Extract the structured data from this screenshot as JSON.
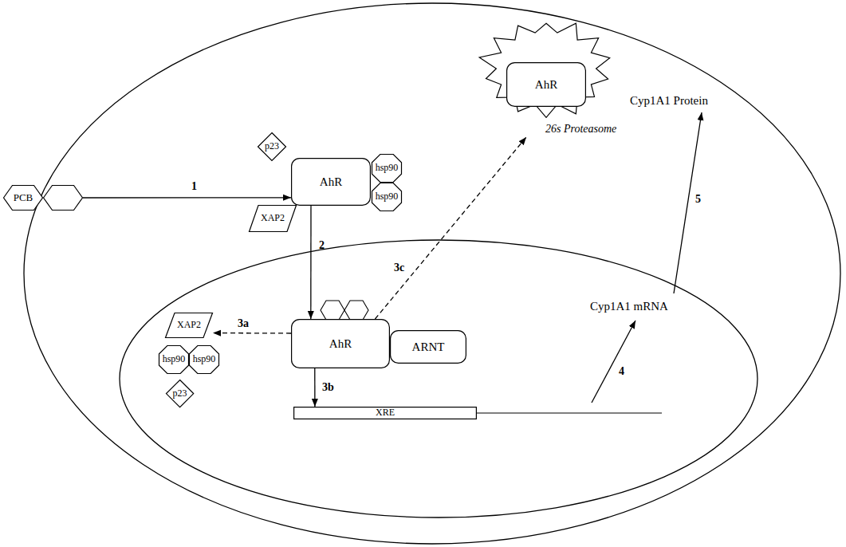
{
  "diagram": {
    "nodes": [
      {
        "text": [
          "PCB"
        ]
      },
      {
        "text": [
          "p23"
        ]
      },
      {
        "text": [
          "AhR"
        ]
      },
      {
        "text": [
          "XAP2"
        ]
      },
      {
        "text": [
          "hsp90"
        ]
      },
      {
        "text": [
          "hsp90"
        ]
      },
      {
        "text": [
          "26s Proteasome"
        ]
      },
      {
        "text": [
          "AhR"
        ],
        "in": 6
      },
      {
        "text": [
          "XAP2"
        ]
      },
      {
        "text": [
          "hsp90"
        ]
      },
      {
        "text": [
          "hsp90"
        ]
      },
      {
        "text": [
          "p23"
        ]
      },
      {
        "text": [
          "AhR"
        ]
      },
      {
        "text": [
          "ARNT"
        ]
      },
      {
        "text": [
          "XRE"
        ]
      }
    ],
    "edges": [
      {
        "from": 0,
        "to": 2,
        "label": "1",
        "arrow": "to"
      },
      {
        "from": 2,
        "to": 12,
        "label": "2",
        "arrow": "to"
      },
      {
        "from": 12,
        "to": 8,
        "label": "3a",
        "arrow": "to"
      },
      {
        "from": 12,
        "to": 14,
        "label": "3b",
        "arrow": "to"
      },
      {
        "from": 12,
        "to": 6,
        "label": "3c",
        "arrow": "to"
      }
    ],
    "labels": [
      "Cyp1A1 mRNA",
      "4",
      "Cyp1A1 Protein",
      "5"
    ]
  }
}
